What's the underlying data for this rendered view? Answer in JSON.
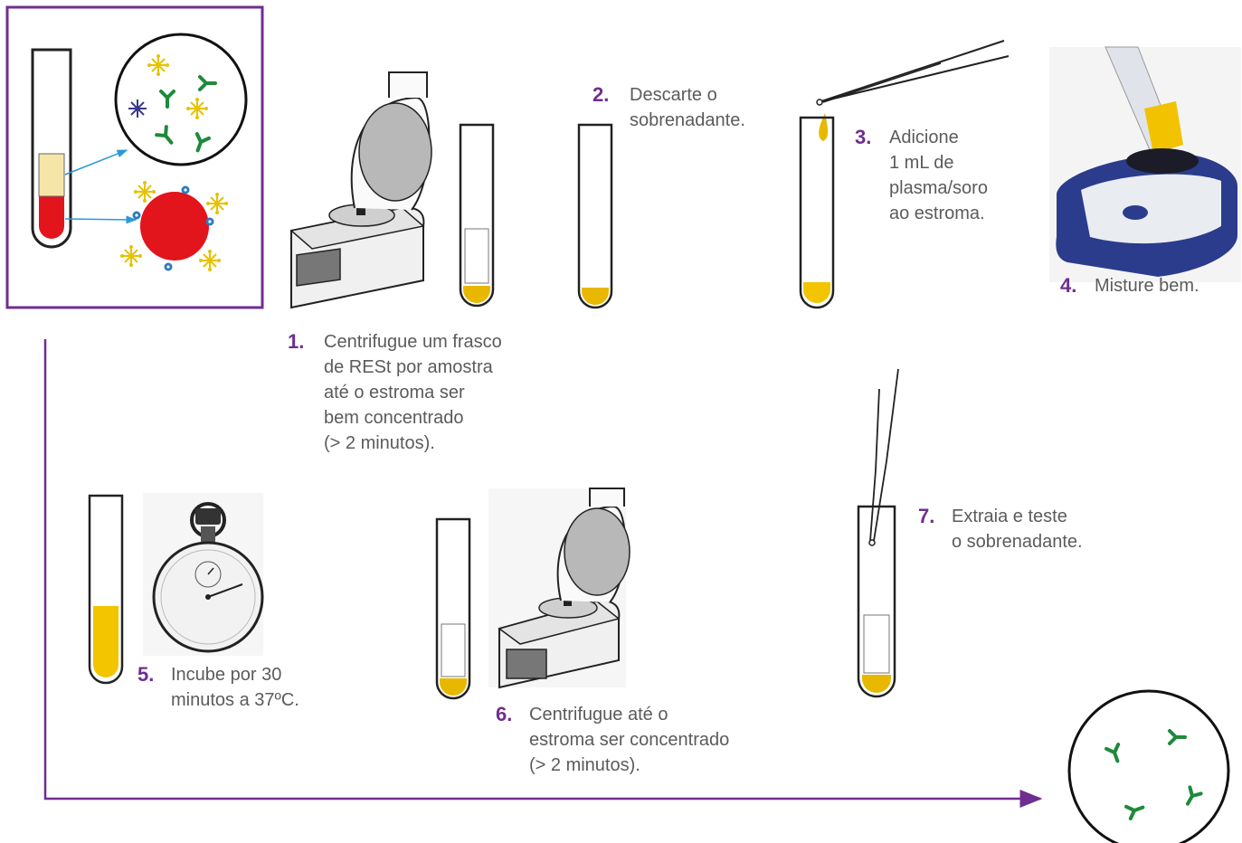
{
  "colors": {
    "accent": "#6f2e8f",
    "plasma": "#f5e6a8",
    "red_cells": "#e2141c",
    "stroma": "#e8b800",
    "antibody": "#1e8a3a",
    "antigen_yellow": "#e6c200",
    "antigen_blue": "#2b7bbf",
    "text": "#5b5b5b"
  },
  "steps": [
    {
      "number": "1.",
      "lines": [
        "Centrifugue um frasco",
        "de RESt por amostra",
        "até o estroma ser",
        "bem concentrado",
        "(> 2 minutos)."
      ]
    },
    {
      "number": "2.",
      "lines": [
        "Descarte o",
        "sobrenadante."
      ]
    },
    {
      "number": "3.",
      "lines": [
        "Adicione",
        "1 mL de",
        "plasma/soro",
        "ao estroma."
      ]
    },
    {
      "number": "4.",
      "lines": [
        "Misture bem."
      ]
    },
    {
      "number": "5.",
      "lines": [
        "Incube por 30",
        "minutos a 37ºC."
      ]
    },
    {
      "number": "6.",
      "lines": [
        "Centrifugue até o",
        "estroma ser concentrado",
        "(> 2 minutos)."
      ]
    },
    {
      "number": "7.",
      "lines": [
        "Extraia e teste",
        "o sobrenadante."
      ]
    }
  ],
  "icons": [
    "test-tube-icon",
    "centrifuge-icon",
    "pipette-icon",
    "vortex-mixer-icon",
    "stopwatch-icon",
    "antibody-icon",
    "red-cell-icon",
    "magnifier-circle-icon",
    "flow-arrow-icon"
  ]
}
